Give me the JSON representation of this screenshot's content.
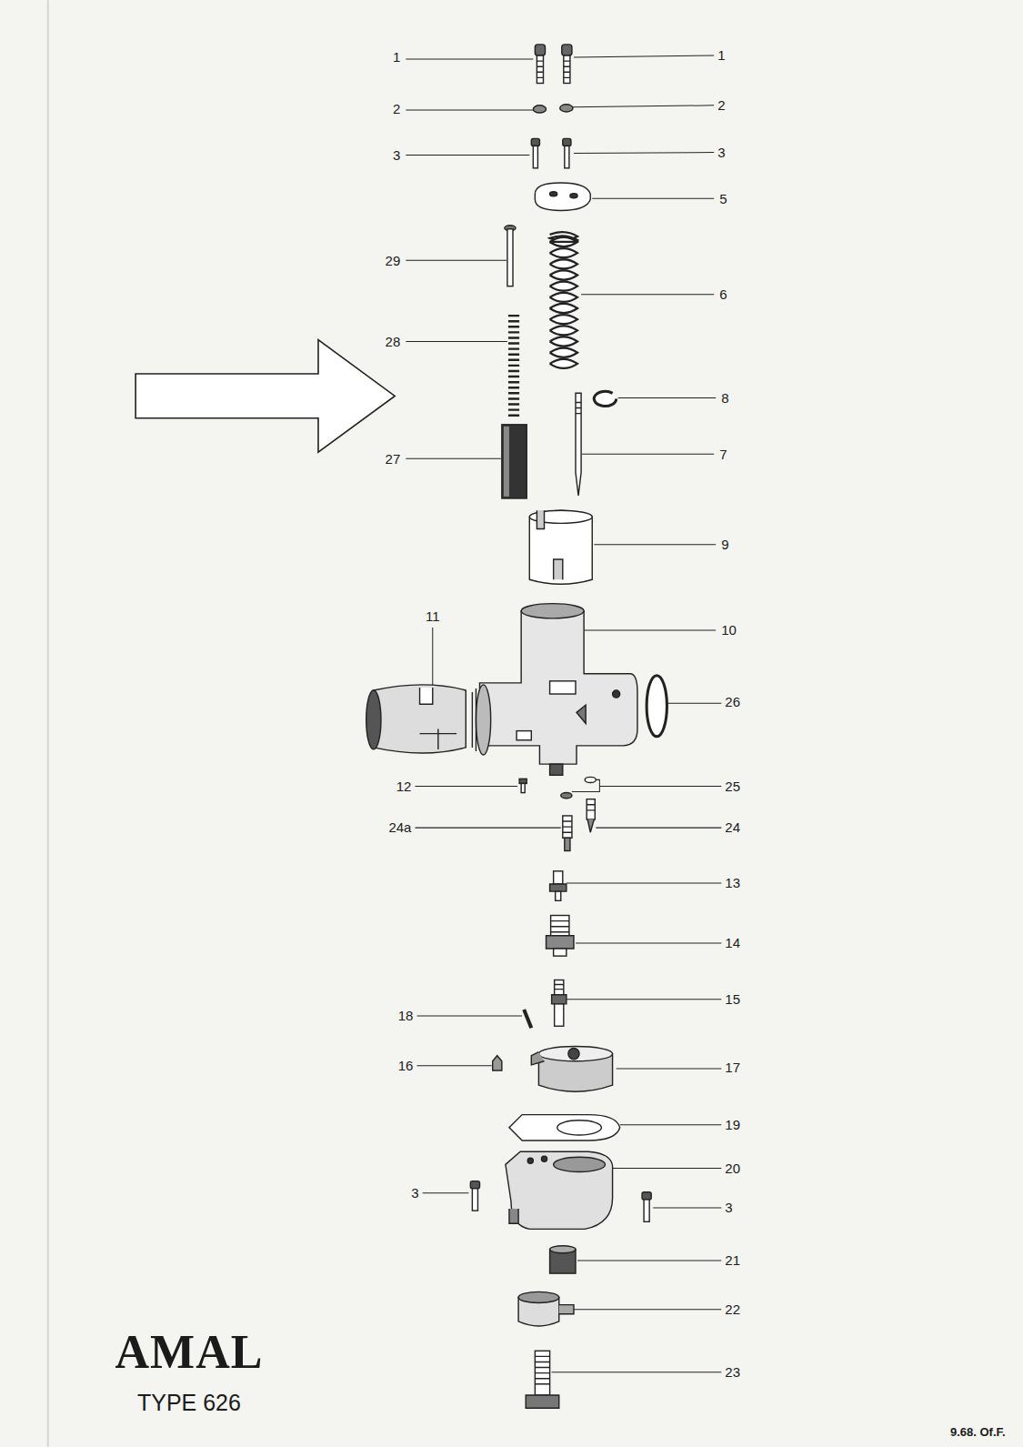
{
  "diagram": {
    "labels": [
      "1",
      "1",
      "2",
      "2",
      "3",
      "3",
      "5",
      "29",
      "6",
      "28",
      "8",
      "27",
      "7",
      "9",
      "11",
      "10",
      "26",
      "12",
      "25",
      "24a",
      "24",
      "13",
      "14",
      "15",
      "18",
      "16",
      "17",
      "19",
      "20",
      "3",
      "3",
      "21",
      "22",
      "23",
      "AMAL",
      "TYPE 626",
      "9.68. Of.F."
    ]
  }
}
